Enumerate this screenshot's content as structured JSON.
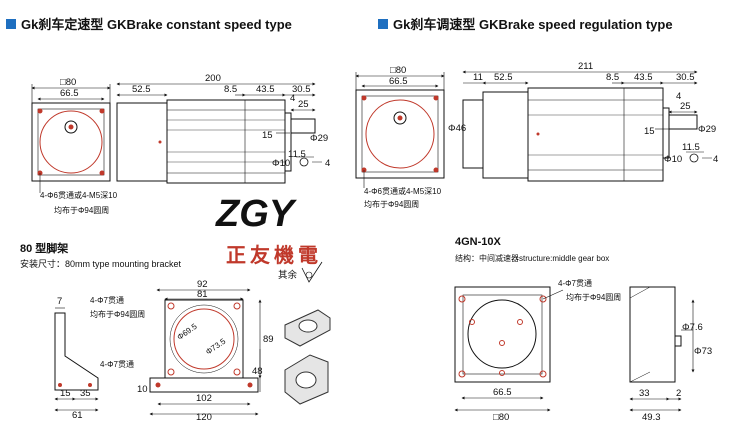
{
  "headers": {
    "left": "Gk刹车定速型 GKBrake constant speed type",
    "right": "Gk刹车调速型 GKBrake speed regulation type"
  },
  "logo": {
    "letters": "ZGY",
    "cn": "正友機電"
  },
  "section_80": {
    "title": "80 型脚架",
    "subtitle": "安装尺寸：80mm type mounting bracket"
  },
  "section_4gn": {
    "title": "4GN-10X",
    "subtitle": "结构：中间减速器structure:middle gear box"
  },
  "surface_note": "其余",
  "hole_notes": {
    "motor_holes_line1": "4-Φ6贯通或4-M5深10",
    "motor_holes_line2": "均布于Φ94圆周",
    "bracket_holes_line1": "4-Φ7贯通",
    "bracket_holes_line2": "均布于Φ94圆周",
    "bracket_base_holes": "4-Φ7贯通",
    "gear_holes_line1": "4-Φ7贯通",
    "gear_holes_line2": "均布于Φ94圆周"
  },
  "dims_left": {
    "sq": "□80",
    "d665": "66.5",
    "d525": "52.5",
    "d200": "200",
    "d85": "8.5",
    "d435": "43.5",
    "d305": "30.5",
    "d4": "4",
    "d25": "25",
    "d15": "15",
    "phi29": "Φ29",
    "d115": "11.5",
    "phi10": "Φ10",
    "d4b": "4"
  },
  "dims_right": {
    "sq": "□80",
    "d665": "66.5",
    "d11": "11",
    "d525": "52.5",
    "d211": "211",
    "d85": "8.5",
    "d435": "43.5",
    "d305": "30.5",
    "d4": "4",
    "d25": "25",
    "d15": "15",
    "phi29": "Φ29",
    "phi46": "Φ46",
    "d115": "11.5",
    "phi10": "Φ10",
    "d4b": "4"
  },
  "dims_bracket": {
    "d7": "7",
    "d92": "92",
    "d81": "81",
    "d89": "89",
    "d48": "48",
    "d10": "10",
    "d15": "15",
    "d35": "35",
    "d61": "61",
    "d102": "102",
    "d120": "120",
    "phi695": "Φ69.5",
    "phi735": "Φ73.5"
  },
  "dims_gear": {
    "phi76": "Φ7.6",
    "phi73": "Φ73",
    "d665": "66.5",
    "sq": "□80",
    "d33": "33",
    "d2": "2",
    "d493": "49.3"
  }
}
